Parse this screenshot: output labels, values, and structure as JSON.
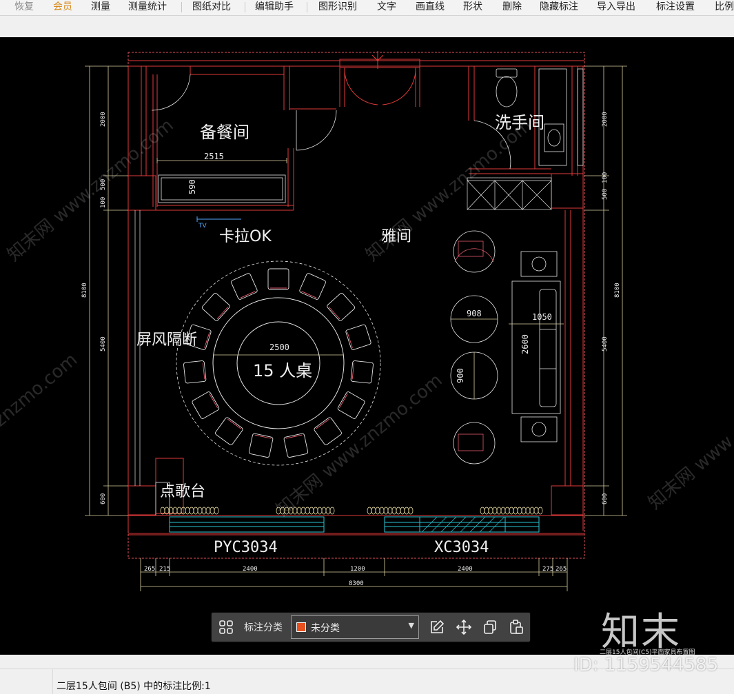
{
  "toolbar": {
    "items": [
      "恢复",
      "会员",
      "测量",
      "测量统计",
      "图纸对比",
      "编辑助手",
      "图形识别",
      "文字",
      "画直线",
      "形状",
      "删除",
      "隐藏标注",
      "导入导出",
      "标注设置",
      "比例"
    ]
  },
  "drawing": {
    "rooms": {
      "pantry": "备餐间",
      "washroom": "洗手间",
      "karaoke": "卡拉OK",
      "private_room": "雅间",
      "screen_partition": "屏风隔断",
      "table": "15 人桌",
      "song_stand": "点歌台",
      "tv": "TV"
    },
    "windows": [
      "PYC3034",
      "XC3034"
    ],
    "dimensions": {
      "pantry_width": "2515",
      "pantry_depth": "590",
      "table_diameter": "2500",
      "chair_dia_top": "908",
      "chair_dia_bottom": "900",
      "sofa_width": "1050",
      "sofa_length": "2600",
      "left_side": [
        "2000",
        "500",
        "100",
        "8100",
        "5400",
        "600"
      ],
      "right_side": [
        "2000",
        "100",
        "500",
        "8100",
        "5400",
        "600"
      ],
      "bottom": [
        "265",
        "215",
        "2400",
        "1200",
        "2400",
        "275",
        "265"
      ],
      "total": "8300"
    }
  },
  "watermarks": {
    "text_a": "知末网 www.znzmo.com",
    "text_b": "znzmo.com",
    "text_c": "知末网 www",
    "logo": "知末",
    "id": "ID: 1159544585",
    "sheet_title": "二层15人包间(C5)平面家具布置图"
  },
  "float_toolbar": {
    "category_label": "标注分类",
    "selected_category": "未分类",
    "selected_color": "#e8501f",
    "icons": [
      "grid-icon",
      "edit-icon",
      "move-icon",
      "copy-icon",
      "paste-icon"
    ]
  },
  "status": {
    "text": "二层15人包间 (B5) 中的标注比例:1"
  }
}
